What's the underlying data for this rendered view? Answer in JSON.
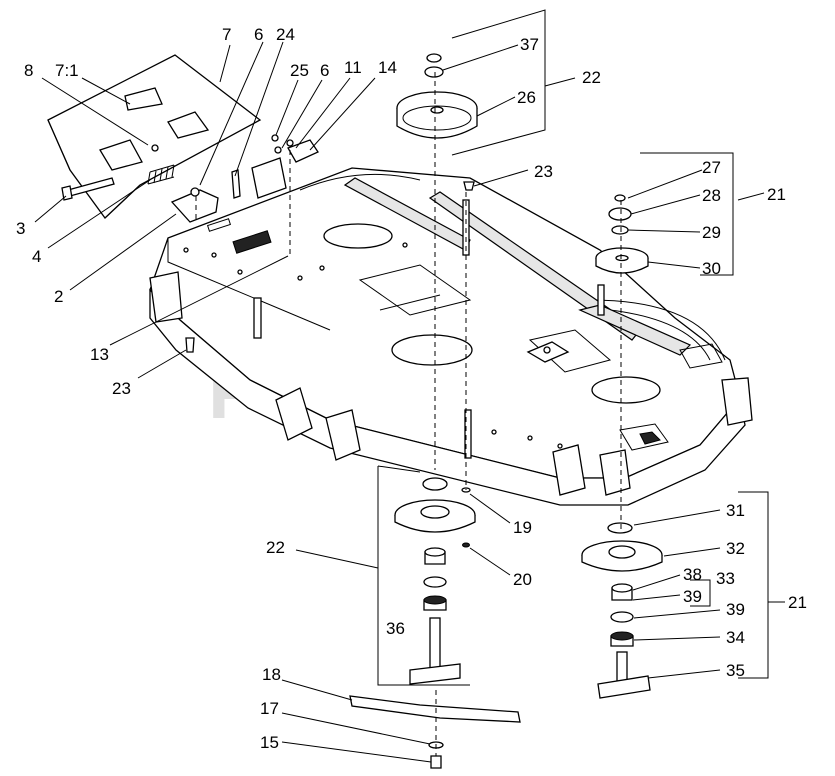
{
  "watermark": "PartsTree",
  "callouts": [
    {
      "id": "c-7",
      "text": "7"
    },
    {
      "id": "c-6a",
      "text": "6"
    },
    {
      "id": "c-24",
      "text": "24"
    },
    {
      "id": "c-8",
      "text": "8"
    },
    {
      "id": "c-7-1",
      "text": "7:1"
    },
    {
      "id": "c-25",
      "text": "25"
    },
    {
      "id": "c-6b",
      "text": "6"
    },
    {
      "id": "c-11",
      "text": "11"
    },
    {
      "id": "c-14",
      "text": "14"
    },
    {
      "id": "c-3",
      "text": "3"
    },
    {
      "id": "c-4",
      "text": "4"
    },
    {
      "id": "c-2",
      "text": "2"
    },
    {
      "id": "c-13",
      "text": "13"
    },
    {
      "id": "c-23a",
      "text": "23"
    },
    {
      "id": "c-37",
      "text": "37"
    },
    {
      "id": "c-22a",
      "text": "22"
    },
    {
      "id": "c-26",
      "text": "26"
    },
    {
      "id": "c-23b",
      "text": "23"
    },
    {
      "id": "c-27",
      "text": "27"
    },
    {
      "id": "c-28",
      "text": "28"
    },
    {
      "id": "c-21a",
      "text": "21"
    },
    {
      "id": "c-29",
      "text": "29"
    },
    {
      "id": "c-30",
      "text": "30"
    },
    {
      "id": "c-22b",
      "text": "22"
    },
    {
      "id": "c-19",
      "text": "19"
    },
    {
      "id": "c-20",
      "text": "20"
    },
    {
      "id": "c-36",
      "text": "36"
    },
    {
      "id": "c-18",
      "text": "18"
    },
    {
      "id": "c-17",
      "text": "17"
    },
    {
      "id": "c-15",
      "text": "15"
    },
    {
      "id": "c-31",
      "text": "31"
    },
    {
      "id": "c-32",
      "text": "32"
    },
    {
      "id": "c-38",
      "text": "38"
    },
    {
      "id": "c-33",
      "text": "33"
    },
    {
      "id": "c-39a",
      "text": "39"
    },
    {
      "id": "c-21b",
      "text": "21"
    },
    {
      "id": "c-39b",
      "text": "39"
    },
    {
      "id": "c-34",
      "text": "34"
    },
    {
      "id": "c-35",
      "text": "35"
    }
  ]
}
